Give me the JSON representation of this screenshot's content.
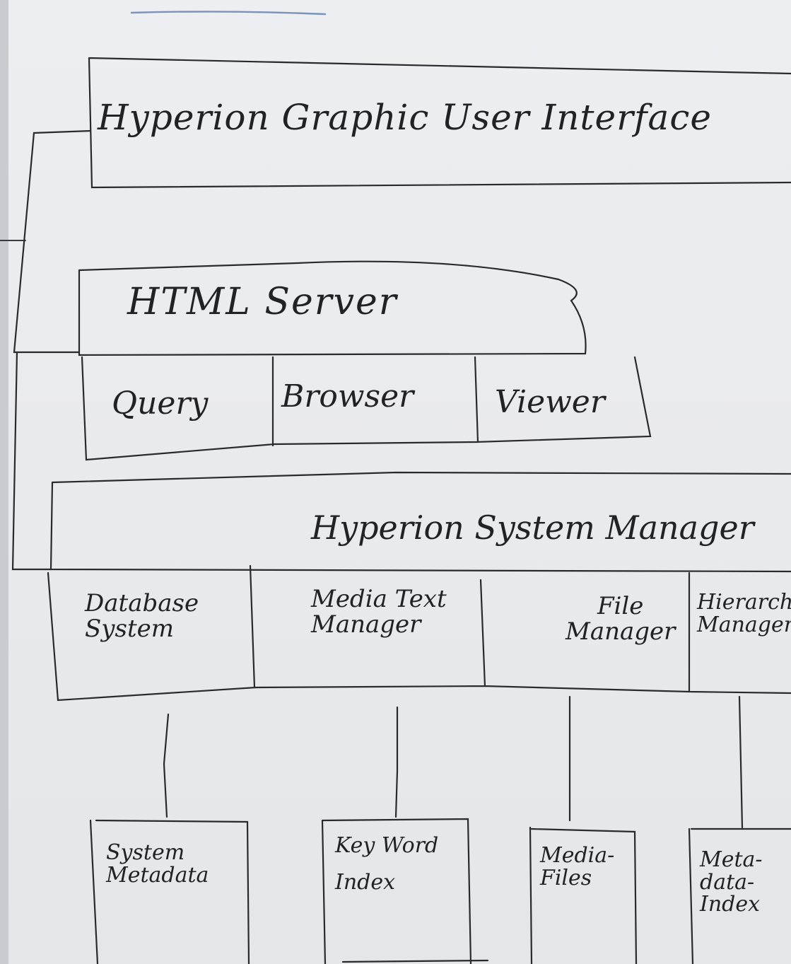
{
  "diagram": {
    "interface": {
      "label": "Hyperion Graphic User Interface"
    },
    "server": {
      "label": "HTML Server",
      "tabs": [
        {
          "label": "Query"
        },
        {
          "label": "Browser"
        },
        {
          "label": "Viewer"
        }
      ]
    },
    "system_manager": {
      "label": "Hyperion System Manager"
    },
    "modules": [
      {
        "lines": [
          "Database",
          "System"
        ]
      },
      {
        "lines": [
          "Media Text",
          "Manager"
        ]
      },
      {
        "lines": [
          "File",
          "Manager"
        ]
      },
      {
        "lines": [
          "Hierarchy",
          "Manager"
        ]
      }
    ],
    "stores": [
      {
        "lines": [
          "System",
          "Metadata"
        ]
      },
      {
        "lines": [
          "Key Word",
          "Index"
        ]
      },
      {
        "lines": [
          "Media-",
          "Files"
        ]
      },
      {
        "lines": [
          "Meta-",
          "data-",
          "Index"
        ]
      }
    ],
    "colors": {
      "ink": "#222226",
      "paper": "#eceef1",
      "pen_blue": "#7b93b8"
    }
  }
}
